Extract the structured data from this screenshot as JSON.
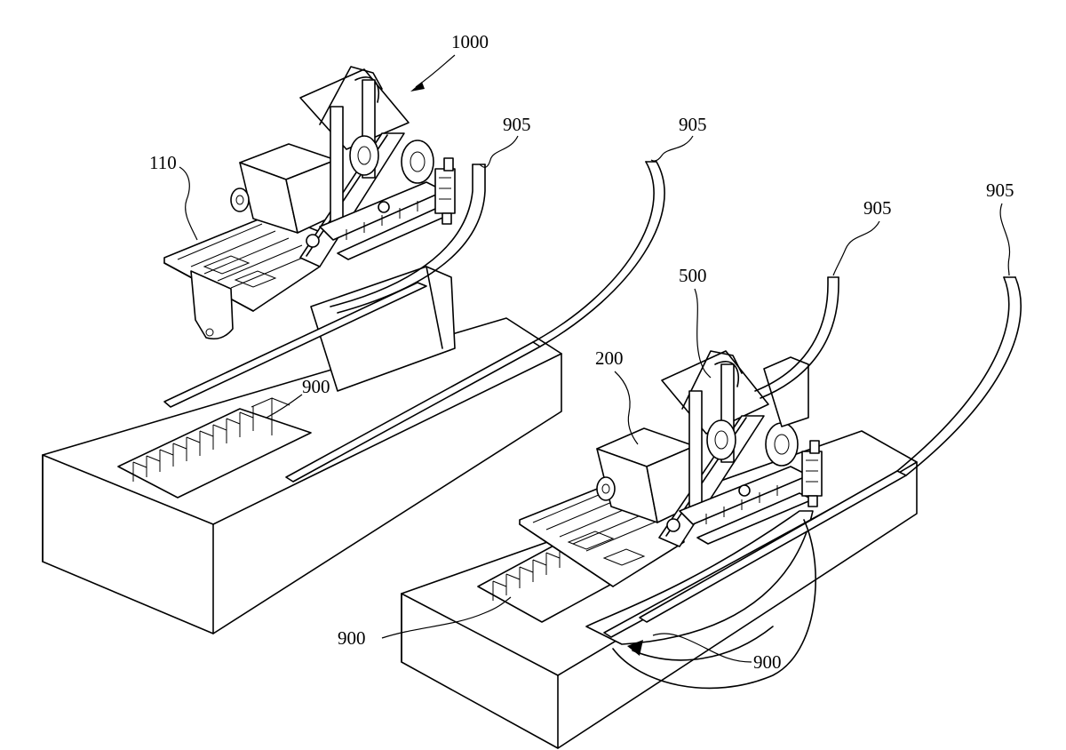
{
  "figure": {
    "labels": {
      "l1000": "1000",
      "l110": "110",
      "l905a": "905",
      "l905b": "905",
      "l905c": "905",
      "l905d": "905",
      "l500": "500",
      "l200": "200",
      "l900a": "900",
      "l900b": "900",
      "l900c": "900"
    }
  }
}
